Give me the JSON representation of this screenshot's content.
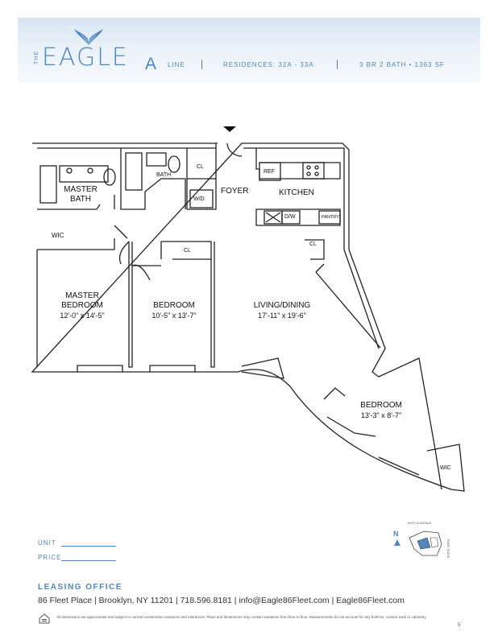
{
  "header": {
    "logo_the": "THE",
    "logo_eagle": "EAGLE",
    "line_letter": "A",
    "line_word": "LINE",
    "residences": "RESIDENCES: 32A - 33A",
    "unit_summary": "3 BR  2 BATH  •  1363 SF"
  },
  "rooms": {
    "master_bath": "MASTER\nBATH",
    "bath": "BATH",
    "cl_top": "CL",
    "wd": "W/D",
    "foyer": "FOYER",
    "ref": "REF",
    "kitchen": "KITCHEN",
    "dw": "D/W",
    "pantry": "PANTRY",
    "cl_kitchen": "CL",
    "wic_master": "WIC",
    "cl_bedroom": "CL",
    "master_bedroom": "MASTER\nBEDROOM",
    "master_bedroom_dim": "12'-0\" x 14'-5\"",
    "bedroom": "BEDROOM",
    "bedroom_dim": "10'-5\" x 13'-7\"",
    "living": "LIVING/DINING",
    "living_dim": "17'-11\" x 19'-6\"",
    "bedroom2": "BEDROOM",
    "bedroom2_dim": "13'-3\" x 8'-7\"",
    "wic_bedroom2": "WIC"
  },
  "keyplan": {
    "north": "N",
    "street_top": "MYRTLE AVENUE",
    "street_side": "FLEET PLACE"
  },
  "form": {
    "unit_label": "UNIT",
    "price_label": "PRICE"
  },
  "footer": {
    "leasing_title": "LEASING OFFICE",
    "leasing_info": "86 Fleet Place  |  Brooklyn, NY 11201  |  718.596.8181  |  info@Eagle86Fleet.com  |  Eagle86Fleet.com",
    "disclaimer": "All dimensions are approximate and subject to normal construction variances and tolerances. Plans and dimensions may contain variations from floor to floor. Measurements do not account for any built-ins, custom work or cabinetry.",
    "page_number": "5"
  },
  "colors": {
    "brand_blue": "#4f86bd",
    "header_sky": "#dce8f3",
    "wall": "#222222"
  }
}
